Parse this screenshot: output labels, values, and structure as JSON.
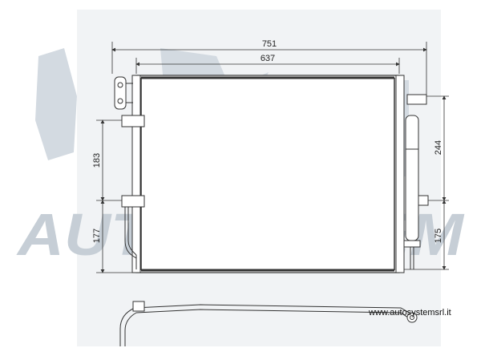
{
  "watermark": {
    "brand": "AUTOSYSTEM",
    "color": "#c6ced6"
  },
  "dimensions": {
    "overall_width": "751",
    "core_width": "637",
    "left_height": "183",
    "left_lower_height": "177",
    "right_height": "244",
    "right_lower_height": "175"
  },
  "footer": {
    "website": "www.autosystemsrl.it"
  },
  "colors": {
    "line": "#333333",
    "fill": "#ffffff"
  }
}
